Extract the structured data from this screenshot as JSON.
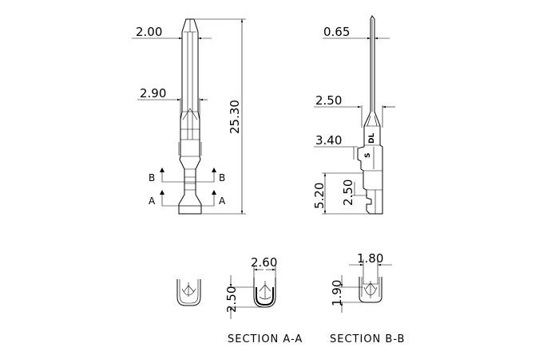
{
  "front_view": {
    "dim_tip_width": "2.00",
    "dim_body_width": "2.90",
    "dim_overall_length": "25.30",
    "section_marker_b": "B",
    "section_marker_a": "A"
  },
  "side_view": {
    "dim_pin_thickness": "0.65",
    "dim_body_width": "2.50",
    "dim_housing_width": "3.40",
    "dim_bottom_height": "5.20",
    "dim_crimp_height": "2.50",
    "mark_dl": "DL",
    "mark_s": "S"
  },
  "section_a": {
    "dim_width": "2.60",
    "dim_height": "2.50",
    "label": "SECTION A-A"
  },
  "section_b": {
    "dim_width": "1.80",
    "dim_height": "1.90",
    "label": "SECTION B-B"
  }
}
